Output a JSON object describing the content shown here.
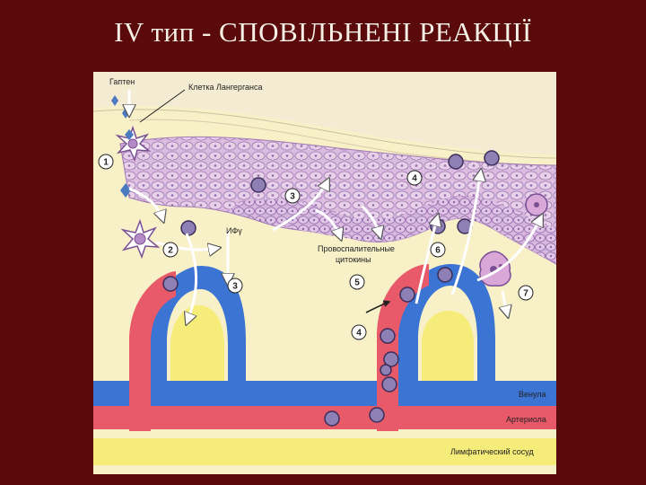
{
  "slide": {
    "title": "IV тип - СПОВІЛЬНЕНІ РЕАКЦІЇ"
  },
  "diagram": {
    "labels": {
      "hapten": "Гаптен",
      "langerhans_cell": "Клетка Лангерганса",
      "ifn": "ИФγ",
      "cytokines_line1": "Провоспалительные",
      "cytokines_line2": "цитокины",
      "venule": "Венула",
      "arteriole": "Артериола",
      "lymph_vessel": "Лимфатический сосуд"
    },
    "step_numbers": [
      "1",
      "2",
      "3",
      "3",
      "4",
      "4",
      "5",
      "6",
      "7"
    ]
  },
  "colors": {
    "slide_background": "#5a0a0a",
    "title_text": "#f4f0e6",
    "figure_background": "#f8f1c8",
    "epidermis": "#ddbfe0",
    "cell_fill": "#c9a4d6",
    "arteriole": "#e85a6a",
    "venule": "#3b74d3",
    "lymph": "#f6ec7a",
    "lymphocyte": "#8e80b4"
  }
}
